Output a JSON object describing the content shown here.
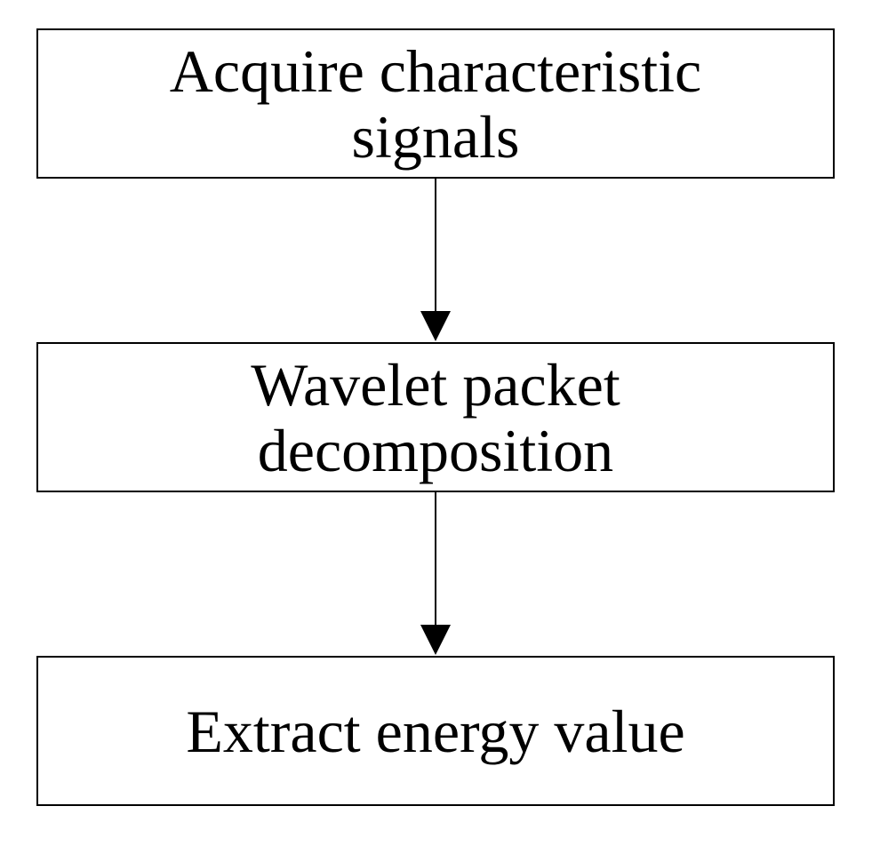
{
  "flowchart": {
    "steps": [
      {
        "label": "Acquire characteristic\nsignals"
      },
      {
        "label": "Wavelet packet\ndecomposition"
      },
      {
        "label": "Extract energy value"
      }
    ],
    "colors": {
      "stroke": "#000000",
      "background": "#ffffff"
    }
  }
}
